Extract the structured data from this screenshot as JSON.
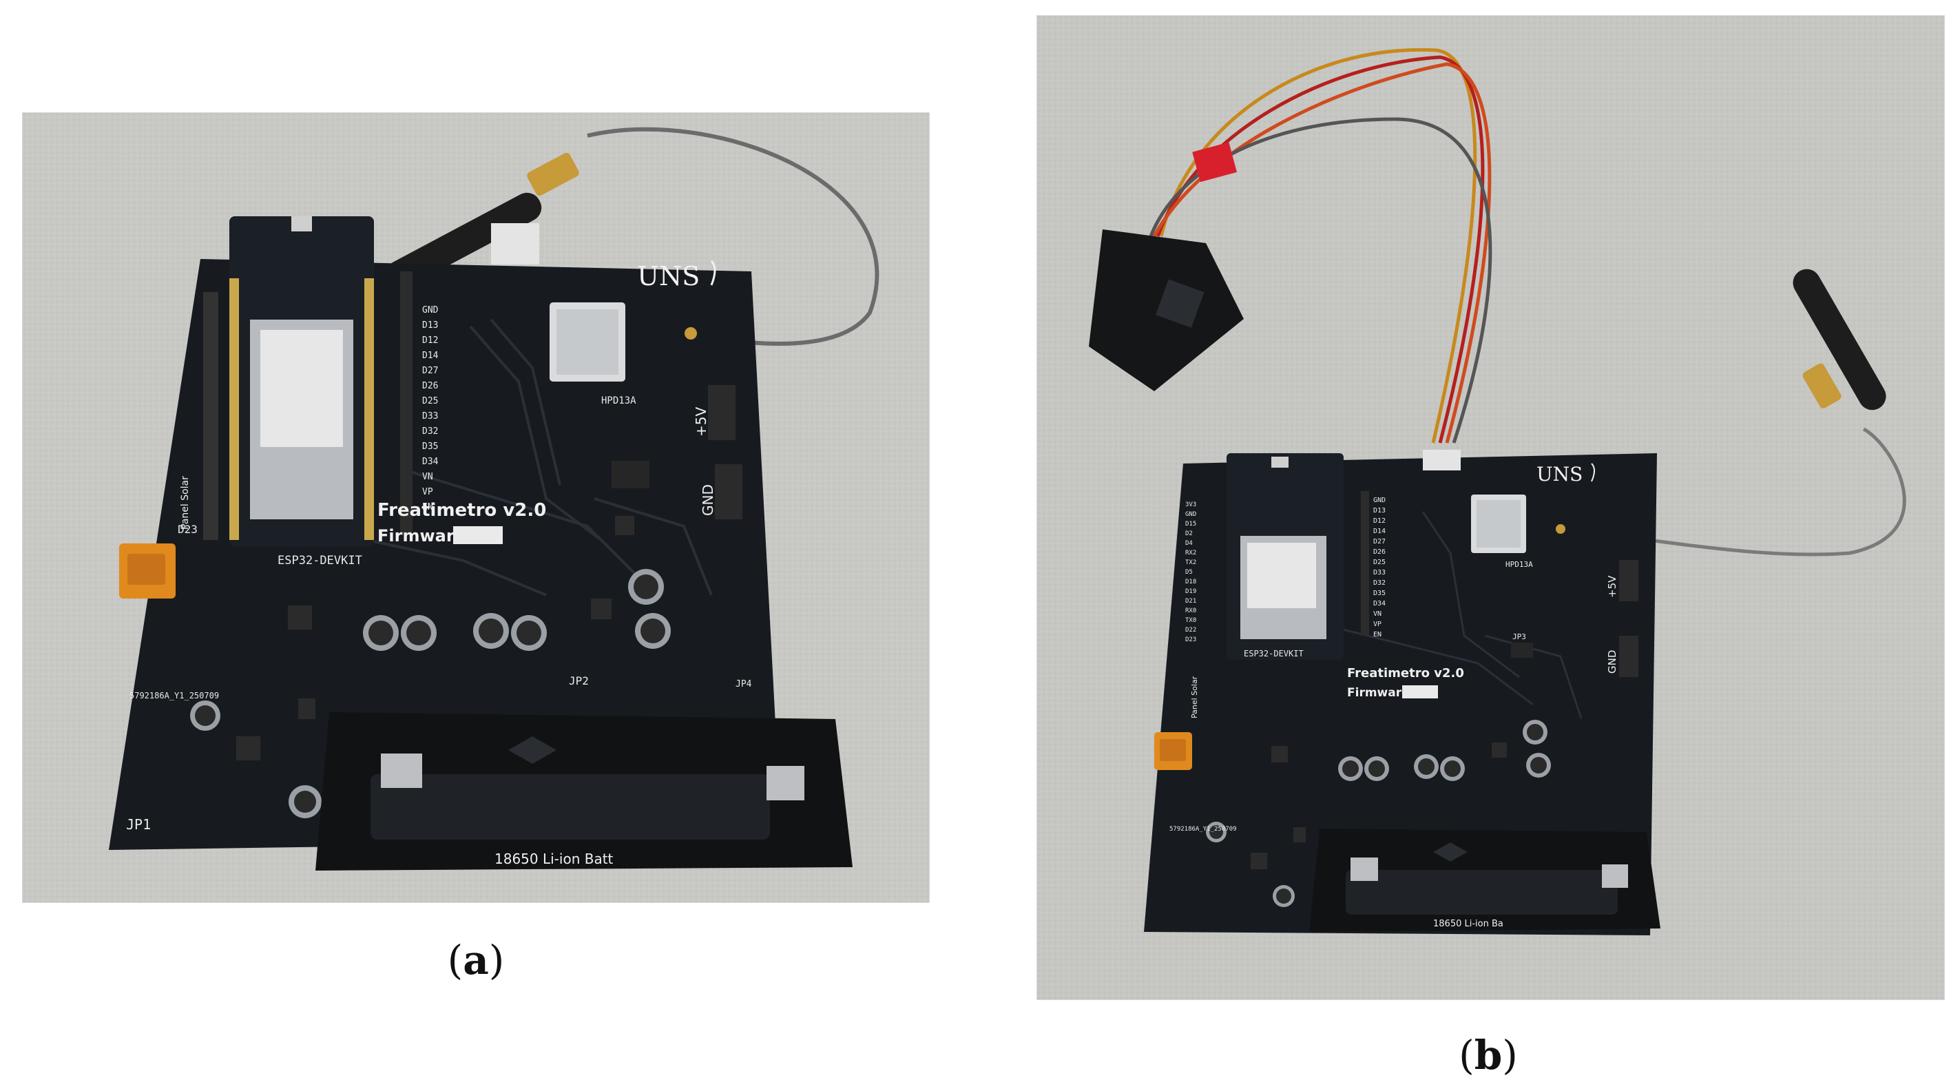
{
  "panel_a": {
    "caption_letter": "a",
    "board_title": "Freatimetro v2.0",
    "firmware_label": "Firmware:",
    "logo": "UNS",
    "module_label": "ESP32-DEVKIT",
    "rf_label": "HPD13A",
    "power_label": "+5V",
    "gnd_label": "GND",
    "solar_label": "Panel Solar",
    "battery_label": "18650 Li-ion Batt",
    "serial_label": "5792186A_Y1_250709",
    "jumper_labels": [
      "JP1",
      "JP2",
      "JP4"
    ],
    "pin_labels": [
      "GND",
      "D13",
      "D12",
      "D14",
      "D27",
      "D26",
      "D25",
      "D33",
      "D32",
      "D35",
      "D34",
      "VN",
      "VP",
      "EN"
    ],
    "left_pin_labels": [
      "D23"
    ]
  },
  "panel_b": {
    "caption_letter": "b",
    "board_title": "Freatimetro v2.0",
    "firmware_label": "Firmware:",
    "logo": "UNS",
    "module_label": "ESP32-DEVKIT",
    "rf_label": "HPD13A",
    "power_label": "+5V",
    "gnd_label": "GND",
    "solar_label": "Panel Solar",
    "battery_label": "18650 Li-ion Ba",
    "serial_label": "5792186A_Y1_250709",
    "jumper_labels": [
      "JP3"
    ],
    "pin_labels": [
      "GND",
      "D13",
      "D12",
      "D14",
      "D27",
      "D26",
      "D25",
      "D33",
      "D32",
      "D35",
      "D34",
      "VN",
      "VP",
      "EN"
    ],
    "left_pin_labels": [
      "3V3",
      "GND",
      "D15",
      "D2",
      "D4",
      "RX2",
      "TX2",
      "D5",
      "D18",
      "D19",
      "D21",
      "RX0",
      "TX0",
      "D22",
      "D23"
    ]
  },
  "colors": {
    "background_gray": "#c9c9c6",
    "pcb": "#171b20",
    "silkscreen": "#e9e9e9",
    "connector_orange": "#e08a1e",
    "shield_silver": "#d9dbdd"
  }
}
